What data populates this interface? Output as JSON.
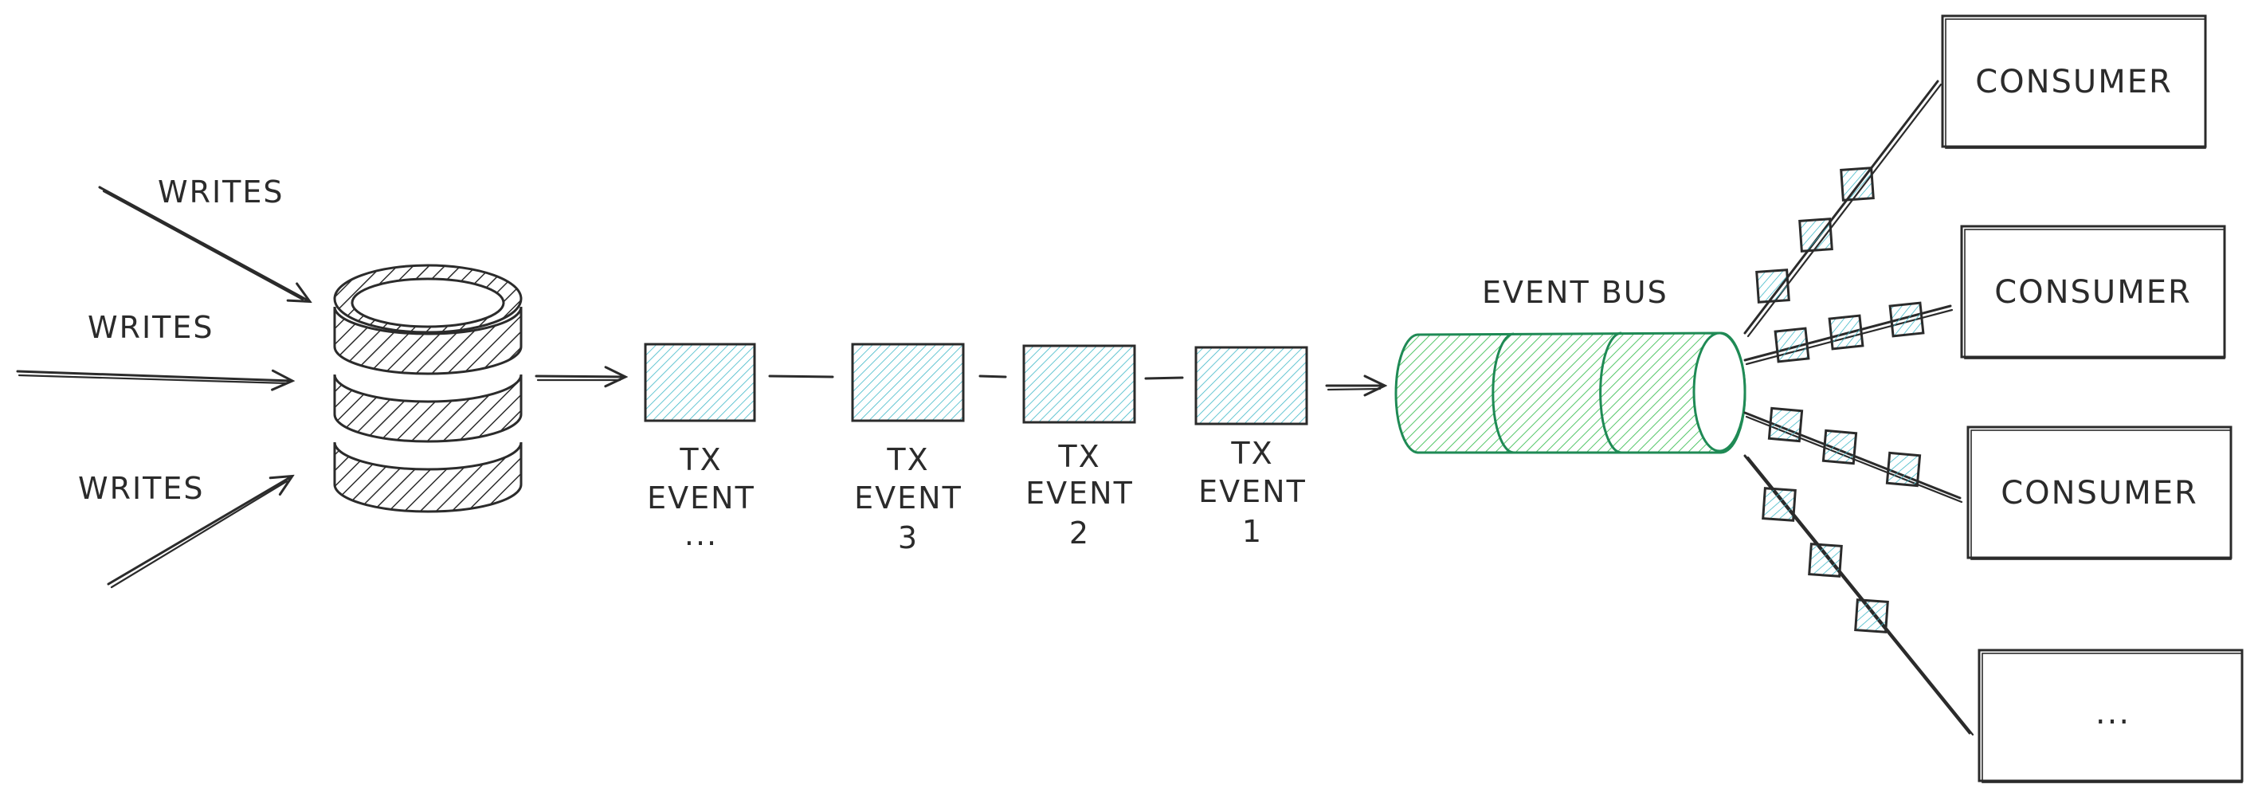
{
  "labels": {
    "writes_1": "WRITES",
    "writes_2": "WRITES",
    "writes_3": "WRITES",
    "event_bus": "EVENT BUS"
  },
  "tx_events": [
    {
      "line1": "TX",
      "line2": "EVENT",
      "line3": "..."
    },
    {
      "line1": "TX",
      "line2": "EVENT",
      "line3": "3"
    },
    {
      "line1": "TX",
      "line2": "EVENT",
      "line3": "2"
    },
    {
      "line1": "TX",
      "line2": "EVENT",
      "line3": "1"
    }
  ],
  "consumers": [
    "CONSUMER",
    "CONSUMER",
    "CONSUMER",
    "..."
  ],
  "colors": {
    "ink": "#2b2b2b",
    "tx_fill": "#3fb8c8",
    "bus_fill": "#40c057",
    "bus_stroke": "#1f8a55"
  }
}
